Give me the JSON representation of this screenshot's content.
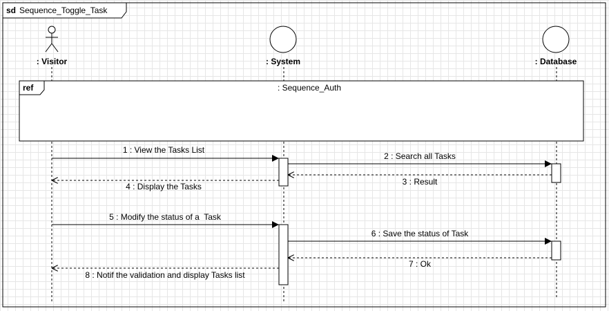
{
  "frame": {
    "kind": "sd",
    "name": "Sequence_Toggle_Task"
  },
  "lifelines": [
    {
      "id": "visitor",
      "label": ": Visitor",
      "type": "actor"
    },
    {
      "id": "system",
      "label": ": System",
      "type": "entity"
    },
    {
      "id": "database",
      "label": ": Database",
      "type": "entity"
    }
  ],
  "ref": {
    "tag": "ref",
    "label": ": Sequence_Auth"
  },
  "messages": [
    {
      "label": "1 : View the Tasks List",
      "kind": "sync"
    },
    {
      "label": "2 : Search all Tasks",
      "kind": "sync"
    },
    {
      "label": "3 : Result",
      "kind": "reply"
    },
    {
      "label": "4 : Display the Tasks",
      "kind": "reply"
    },
    {
      "label": "5 : Modify the status of a  Task",
      "kind": "sync"
    },
    {
      "label": "6 : Save the status of Task",
      "kind": "sync"
    },
    {
      "label": "7 : Ok",
      "kind": "reply"
    },
    {
      "label": "8 : Notif the validation and display Tasks list",
      "kind": "reply"
    }
  ]
}
